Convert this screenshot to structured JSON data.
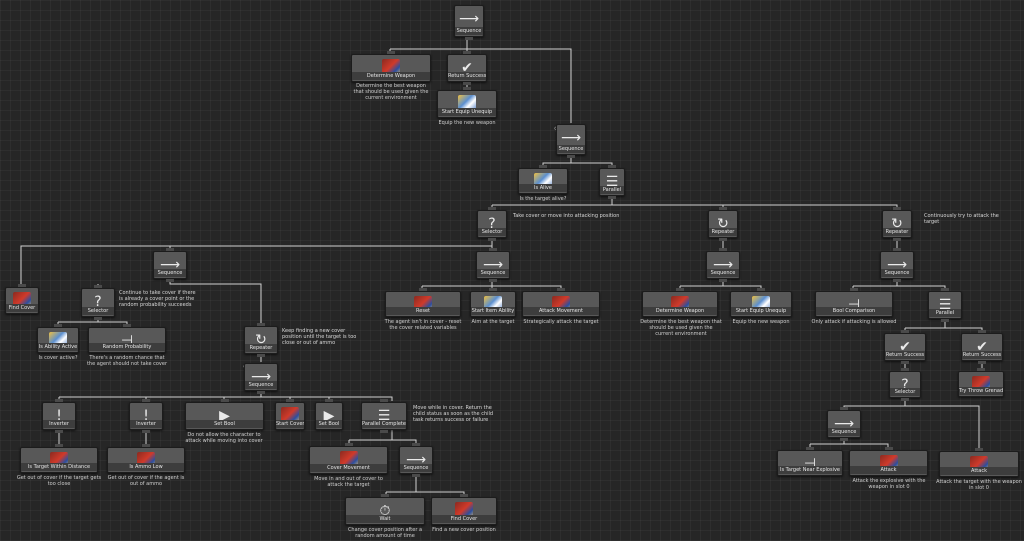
{
  "nodes": {
    "root_sequence": "Sequence",
    "determine_weapon": "Determine Weapon",
    "return_success_1": "Return Success",
    "start_equip_unequip_1": "Start Equip Unequip",
    "sequence_2": "Sequence",
    "is_alive": "Is Alive",
    "parallel_1": "Parallel",
    "selector_1": "Selector",
    "repeater_1": "Repeater",
    "repeater_2": "Repeater",
    "sequence_3": "Sequence",
    "sequence_4": "Sequence",
    "sequence_5": "Sequence",
    "sequence_6": "Sequence",
    "find_cover_1": "Find Cover",
    "selector_2": "Selector",
    "repeater_3": "Repeater",
    "reset": "Reset",
    "start_item_ability": "Start Item Ability",
    "attack_movement": "Attack Movement",
    "determine_weapon_2": "Determine Weapon",
    "start_equip_unequip_2": "Start Equip Unequip",
    "bool_comparison": "Bool Comparison",
    "parallel_2": "Parallel",
    "is_ability_active": "Is Ability Active",
    "random_probability": "Random Probability",
    "sequence_7": "Sequence",
    "return_success_2": "Return Success",
    "return_success_3": "Return Success",
    "inverter_1": "Inverter",
    "inverter_2": "Inverter",
    "set_bool_1": "Set Bool",
    "start_cover": "Start Cover",
    "set_bool_2": "Set Bool",
    "parallel_complete": "Parallel Complete",
    "selector_3": "Selector",
    "try_throw_grenade": "Try Throw Grenade",
    "is_target_within_distance": "Is Target Within Distance",
    "is_ammo_low": "Is Ammo Low",
    "cover_movement": "Cover Movement",
    "sequence_8": "Sequence",
    "sequence_9": "Sequence",
    "wait": "Wait",
    "find_cover_2": "Find Cover",
    "is_target_near_explosive": "Is Target Near Explosive",
    "attack_1": "Attack",
    "attack_2": "Attack"
  },
  "descriptions": {
    "determine_weapon": "Determine the best weapon that should be used given the current environment",
    "start_equip_unequip_1": "Equip the new weapon",
    "is_alive": "Is the target alive?",
    "selector_1": "Take cover or move into attacking position",
    "repeater_2": "Continuously try to attack the target",
    "selector_2": "Continue to take cover if there is already a cover point or the random probability succeeds",
    "reset": "The agent isn't in cover - reset the cover related variables",
    "start_item_ability": "Aim at the target",
    "attack_movement": "Strategically attack the target",
    "determine_weapon_2": "Determine the best weapon that should be used given the current environment",
    "start_equip_unequip_2": "Equip the new weapon",
    "bool_comparison": "Only attack if attacking is allowed",
    "is_ability_active": "Is cover active?",
    "random_probability": "There's a random chance that the agent should not take cover",
    "repeater_3": "Keep finding a new cover position until the target is too close or out of ammo",
    "try_throw_grenade": "Try Throw Grenade",
    "parallel_complete": "Move while in cover. Return the child status as soon as the child task returns success or failure",
    "set_bool_1": "Do not allow the character to attack while moving into cover",
    "is_target_within_distance": "Get out of cover if the target gets too close",
    "is_ammo_low": "Get out of cover if the agent is out of ammo",
    "cover_movement": "Move in and out of cover to attack the target",
    "wait": "Change cover position after a random amount of time",
    "find_cover_2": "Find a new cover position",
    "attack_1": "Attack the explosive with the weapon in slot 0",
    "attack_2": "Attack the target with the weapon in slot 0"
  },
  "icons": {
    "sequence": "arrow-right-icon",
    "selector": "question-icon",
    "parallel": "parallel-lines-icon",
    "repeater": "repeat-icon",
    "return_success": "check-icon",
    "inverter": "exclamation-icon",
    "set_bool": "play-icon",
    "wait": "stopwatch-icon",
    "task": "task-thumbnail-icon"
  },
  "colors": {
    "canvas": "#262626",
    "node": "#585858",
    "edge": "#d0d0d0"
  }
}
